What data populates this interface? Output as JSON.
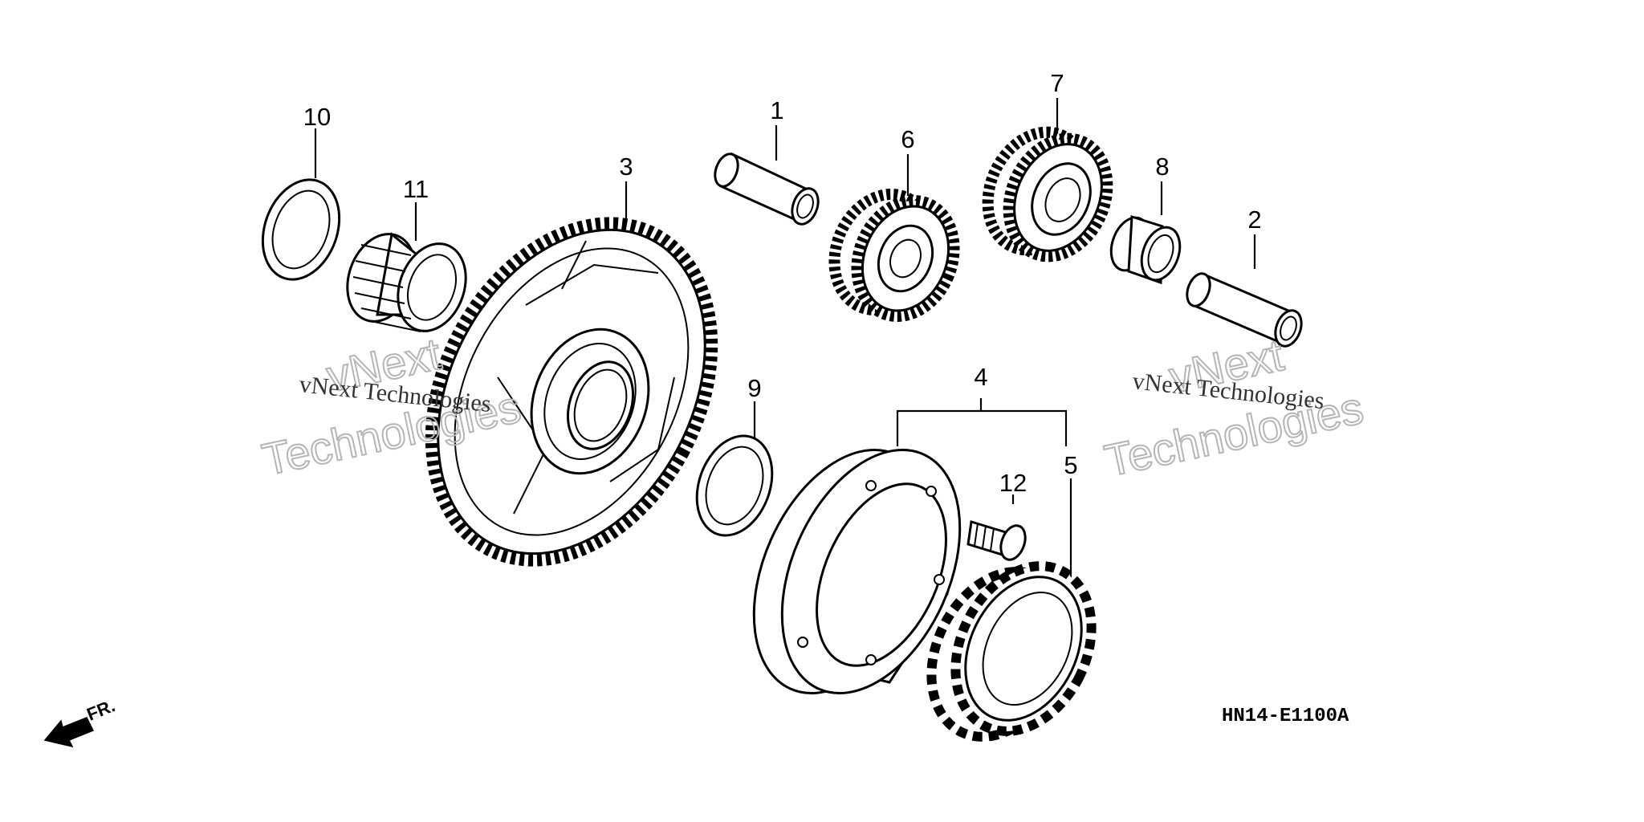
{
  "diagram_code": "HN14-E1100A",
  "direction_label": "FR.",
  "watermark": {
    "line_small": "vNext Technologies",
    "line_big_1": "vNext",
    "line_big_2": "Technologies"
  },
  "callouts": [
    {
      "id": "1",
      "label": "1",
      "part": "pin"
    },
    {
      "id": "2",
      "label": "2",
      "part": "pin"
    },
    {
      "id": "3",
      "label": "3",
      "part": "starter-driven-gear"
    },
    {
      "id": "4",
      "label": "4",
      "part": "starter-clutch-outer"
    },
    {
      "id": "5",
      "label": "5",
      "part": "one-way-clutch"
    },
    {
      "id": "6",
      "label": "6",
      "part": "idle-gear"
    },
    {
      "id": "7",
      "label": "7",
      "part": "reduction-gear"
    },
    {
      "id": "8",
      "label": "8",
      "part": "collar"
    },
    {
      "id": "9",
      "label": "9",
      "part": "washer"
    },
    {
      "id": "10",
      "label": "10",
      "part": "washer"
    },
    {
      "id": "11",
      "label": "11",
      "part": "needle-bearing"
    },
    {
      "id": "12",
      "label": "12",
      "part": "bolt"
    }
  ]
}
